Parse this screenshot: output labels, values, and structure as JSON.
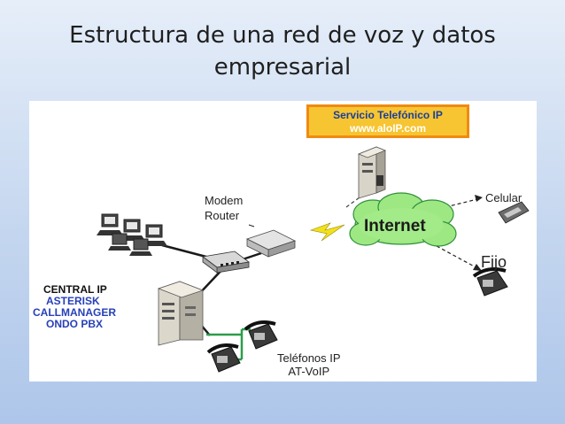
{
  "slide": {
    "title_line1": "Estructura de una red de voz y datos",
    "title_line2": "empresarial"
  },
  "diagram": {
    "service_box": {
      "line1": "Servicio Telefónico IP",
      "line2": "www.aloIP.com"
    },
    "modem_router": {
      "line1": "Modem",
      "line2": "Router"
    },
    "internet_label": "Internet",
    "celular_label": "Celular",
    "fijo_label": "Fijo",
    "central_ip": {
      "line1": "CENTRAL IP",
      "line2": "ASTERISK",
      "line3": "CALLMANAGER",
      "line4": "ONDO PBX"
    },
    "ip_phones": {
      "line1": "Teléfonos IP",
      "line2": "AT-VoIP"
    }
  },
  "colors": {
    "service_box_fill": "#f7c531",
    "service_box_border": "#f08a12",
    "cloud_fill": "#9ee884",
    "central_text": "#2741b8",
    "phone_link": "#2a9d4a",
    "lightning": "#f2e11a"
  },
  "icons": [
    "server-icon",
    "computer-icon",
    "switch-icon",
    "modem-icon",
    "cloud-icon",
    "lightning-icon",
    "cellphone-icon",
    "desk-phone-icon"
  ]
}
